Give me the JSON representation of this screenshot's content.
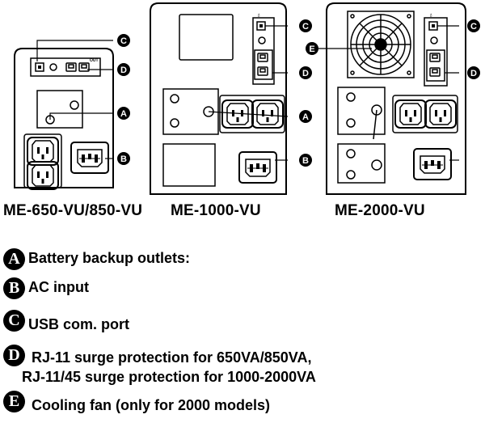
{
  "models": [
    {
      "id": "m1",
      "label": "ME-650-VU/850-VU"
    },
    {
      "id": "m2",
      "label": "ME-1000-VU"
    },
    {
      "id": "m3",
      "label": "ME-2000-VU"
    }
  ],
  "callout_letters": {
    "A": "A",
    "B": "B",
    "C": "C",
    "D": "D",
    "E": "E"
  },
  "panel_text": {
    "out": "OUT"
  },
  "legend": [
    {
      "letter": "A",
      "lines": [
        "Battery backup outlets:"
      ]
    },
    {
      "letter": "B",
      "lines": [
        "AC input"
      ]
    },
    {
      "letter": "C",
      "lines": [
        "USB com. port"
      ]
    },
    {
      "letter": "D",
      "lines": [
        "RJ-11 surge protection for 650VA/850VA,",
        "RJ-11/45 surge protection for 1000-2000VA"
      ]
    },
    {
      "letter": "E",
      "lines": [
        "Cooling fan (only for 2000 models)"
      ]
    }
  ],
  "colors": {
    "line": "#000000",
    "fill": "#ffffff",
    "badge": "#000000"
  }
}
